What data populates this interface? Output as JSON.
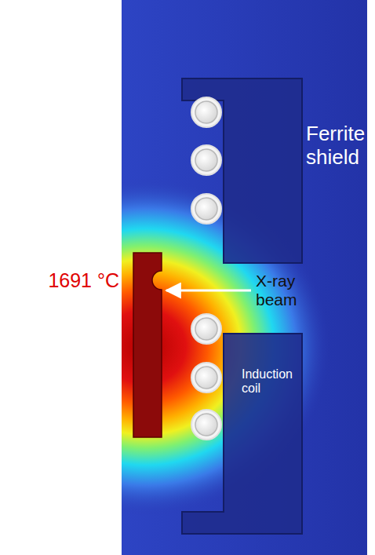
{
  "diagram": {
    "labels": [
      "Ferrite shield",
      "1691 °C",
      "X-ray beam",
      "Induction coil"
    ]
  }
}
